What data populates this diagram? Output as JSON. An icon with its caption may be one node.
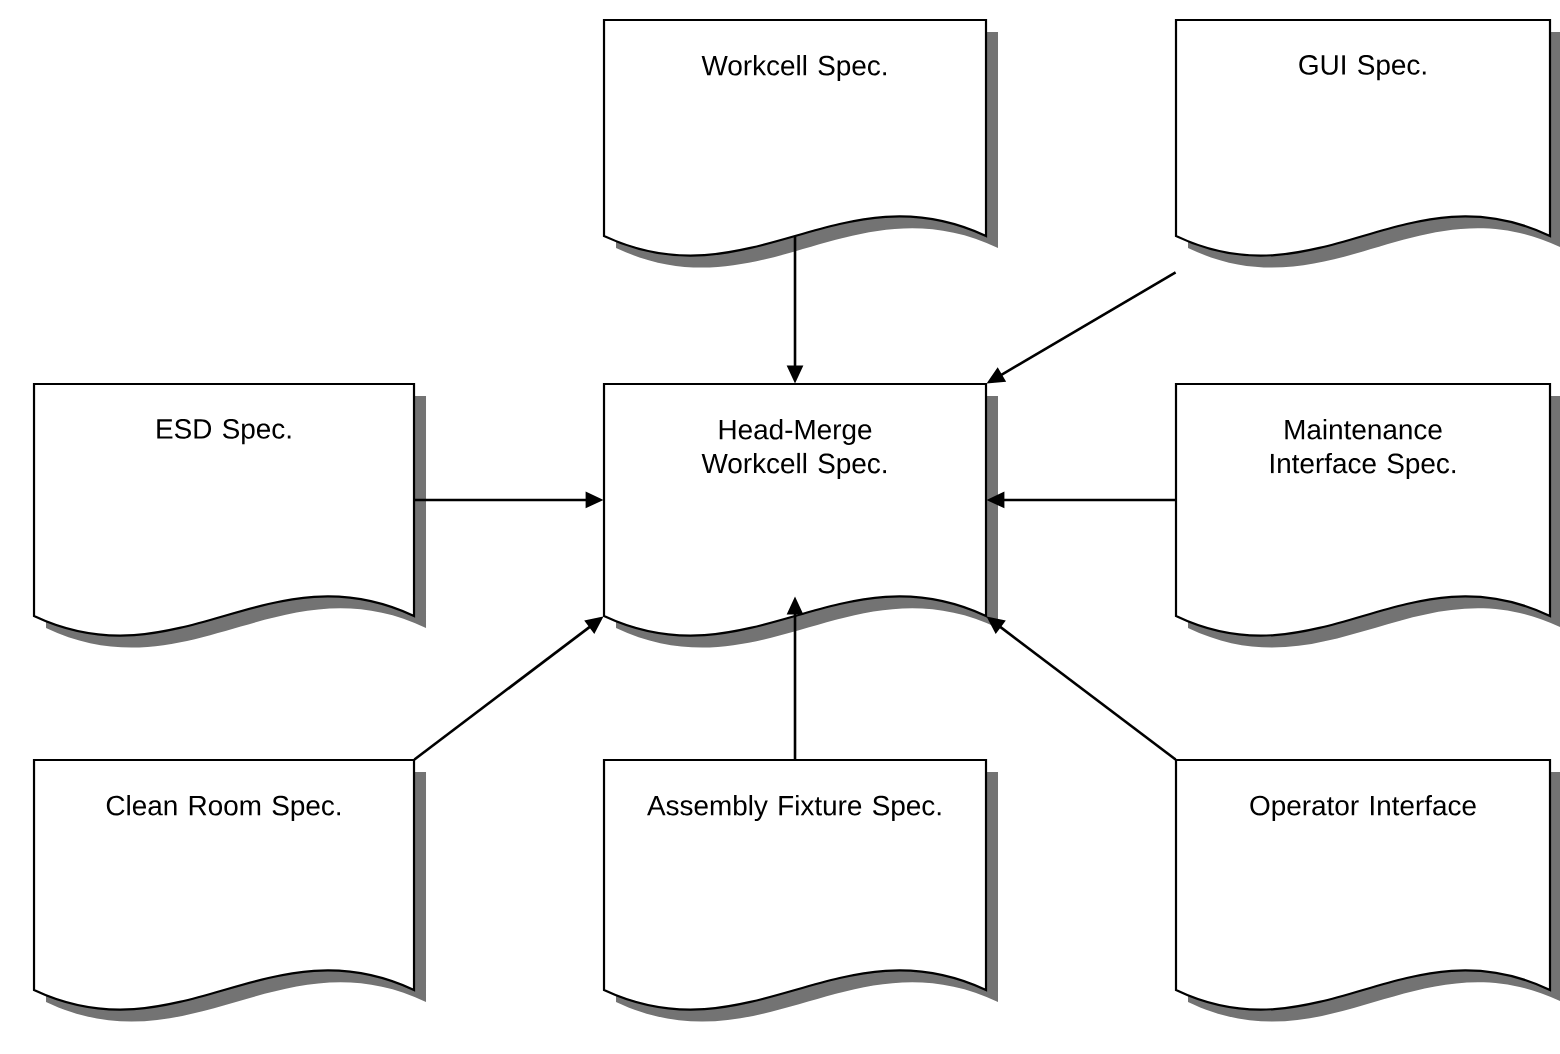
{
  "diagram": {
    "nodes": [
      {
        "text": [
          "Workcell Spec."
        ]
      },
      {
        "text": [
          "GUI Spec."
        ]
      },
      {
        "text": [
          "ESD Spec."
        ]
      },
      {
        "text": [
          "Head-Merge Workcell Spec."
        ]
      },
      {
        "text": [
          "Maintenance Interface Spec."
        ]
      },
      {
        "text": [
          "Clean Room Spec."
        ]
      },
      {
        "text": [
          "Assembly Fixture Spec."
        ]
      },
      {
        "text": [
          "Operator Interface"
        ]
      }
    ],
    "edges": [
      {
        "from": 0,
        "to": 3,
        "arrow": "to"
      },
      {
        "from": 1,
        "to": 3,
        "arrow": "to"
      },
      {
        "from": 2,
        "to": 3,
        "arrow": "to"
      },
      {
        "from": 4,
        "to": 3,
        "arrow": "to"
      },
      {
        "from": 5,
        "to": 3,
        "arrow": "to"
      },
      {
        "from": 6,
        "to": 3,
        "arrow": "to"
      },
      {
        "from": 7,
        "to": 3,
        "arrow": "to"
      }
    ]
  }
}
